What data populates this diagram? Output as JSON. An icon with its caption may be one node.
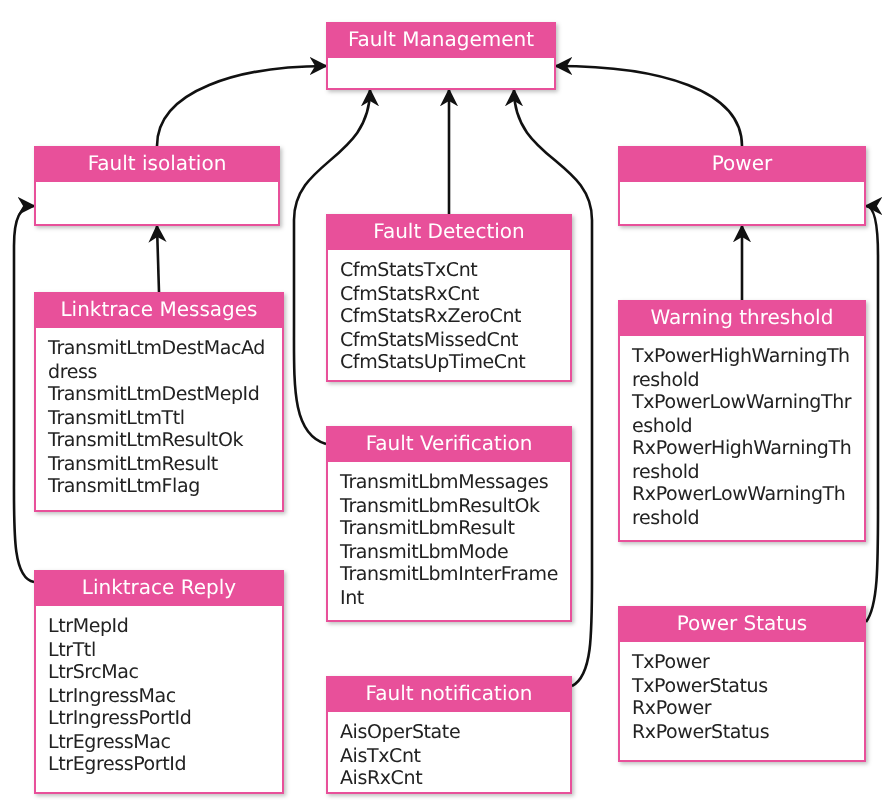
{
  "diagram": {
    "nodes": [
      {
        "text": [
          "Fault Management"
        ]
      },
      {
        "text": [
          "Fault isolation"
        ]
      },
      {
        "text": [
          "Linktrace Messages",
          "TransmitLtmDestMacAddress",
          "TransmitLtmDestMepId",
          "TransmitLtmTtl",
          "TransmitLtmResultOk",
          "TransmitLtmResult",
          "TransmitLtmFlag"
        ]
      },
      {
        "text": [
          "Linktrace Reply",
          "LtrMepId",
          "LtrTtl",
          "LtrSrcMac",
          "LtrIngressMac",
          "LtrIngressPortId",
          "LtrEgressMac",
          "LtrEgressPortId"
        ]
      },
      {
        "text": [
          "Fault Detection",
          "CfmStatsTxCnt",
          "CfmStatsRxCnt",
          "CfmStatsRxZeroCnt",
          "CfmStatsMissedCnt",
          "CfmStatsUpTimeCnt"
        ]
      },
      {
        "text": [
          "Fault Verification",
          "TransmitLbmMessages",
          "TransmitLbmResultOk",
          "TransmitLbmResult",
          "TransmitLbmMode",
          "TransmitLbmInterFrameInt"
        ]
      },
      {
        "text": [
          "Fault notification",
          "AisOperState",
          "AisTxCnt",
          "AisRxCnt"
        ]
      },
      {
        "text": [
          "Power"
        ]
      },
      {
        "text": [
          "Warning threshold",
          "TxPowerHighWarningThreshold",
          "TxPowerLowWarningThreshold",
          "RxPowerHighWarningThreshold",
          "RxPowerLowWarningThreshold"
        ]
      },
      {
        "text": [
          "Power Status",
          "TxPower",
          "TxPowerStatus",
          "RxPower",
          "RxPowerStatus"
        ]
      }
    ],
    "edges": [
      {
        "from": 1,
        "to": 0,
        "arrow": "to"
      },
      {
        "from": 2,
        "to": 1,
        "arrow": "to"
      },
      {
        "from": 3,
        "to": 1,
        "arrow": "to"
      },
      {
        "from": 4,
        "to": 0,
        "arrow": "to"
      },
      {
        "from": 5,
        "to": 0,
        "arrow": "to"
      },
      {
        "from": 6,
        "to": 0,
        "arrow": "to"
      },
      {
        "from": 7,
        "to": 0,
        "arrow": "to"
      },
      {
        "from": 8,
        "to": 7,
        "arrow": "to"
      },
      {
        "from": 9,
        "to": 7,
        "arrow": "to"
      }
    ]
  }
}
